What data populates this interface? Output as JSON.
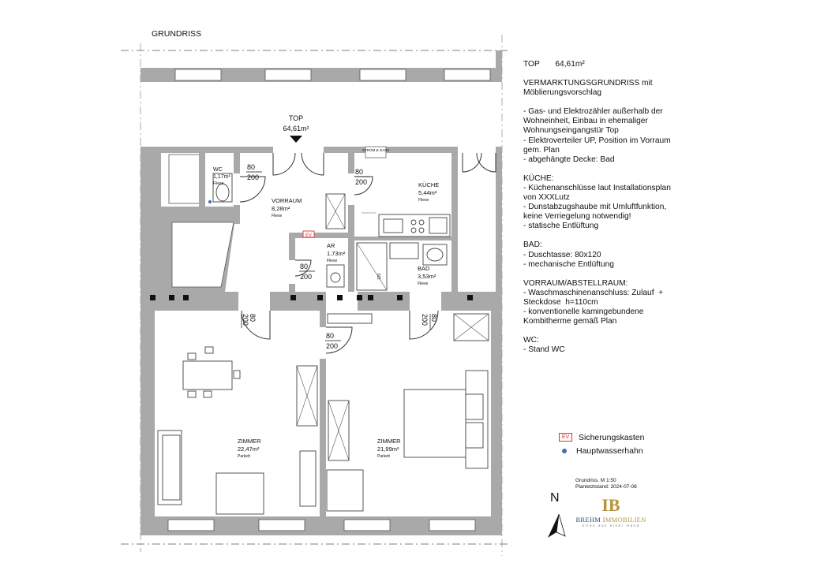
{
  "header": {
    "title": "GRUNDRISS"
  },
  "entrance": {
    "label": "TOP",
    "area": "64,61m²"
  },
  "rooms": [
    {
      "id": "wc",
      "name": "WC",
      "area": "1,17m²",
      "floor": "Fliese"
    },
    {
      "id": "vorraum",
      "name": "VORRAUM",
      "area": "8,28m²",
      "floor": "Fliese"
    },
    {
      "id": "kueche",
      "name": "KÜCHE",
      "area": "5,44m²",
      "floor": "Fliese"
    },
    {
      "id": "ar",
      "name": "AR",
      "area": "1,73m²",
      "floor": "Fliese"
    },
    {
      "id": "bad",
      "name": "BAD",
      "area": "3,53m²",
      "floor": "Fliese"
    },
    {
      "id": "zimmer1",
      "name": "ZIMMER",
      "area": "22,47m²",
      "floor": "Parkett"
    },
    {
      "id": "zimmer2",
      "name": "ZIMMER",
      "area": "21,99m²",
      "floor": "Parkett"
    }
  ],
  "doors": [
    {
      "w": "80",
      "h": "200"
    },
    {
      "w": "80",
      "h": "200"
    },
    {
      "w": "80",
      "h": "200"
    },
    {
      "w": "80",
      "h": "200"
    },
    {
      "w": "80",
      "h": "200"
    },
    {
      "w": "80",
      "h": "200"
    }
  ],
  "fixtures": {
    "strom_gas": "STROM & GASZ",
    "shower_size": "120",
    "ev": "EV"
  },
  "notes": {
    "top_line": "TOP       64,61m²",
    "title": "VERMARKTUNGSGRUNDRISS mit Möblierungsvorschlag",
    "general": "- Gas- und Elektrozähler außerhalb der Wohneinheit, Einbau in ehemaliger Wohnungseingangstür Top\n- Elektroverteiler UP, Position im Vorraum gem. Plan\n- abgehängte Decke: Bad",
    "kueche_title": "KÜCHE:",
    "kueche": "- Küchenanschlüsse laut Installationsplan von XXXLutz\n- Dunstabzugshaube mit Umluftfunktion, keine Verriegelung notwendig!\n- statische Entlüftung",
    "bad_title": "BAD:",
    "bad": "- Duschtasse: 80x120\n- mechanische Entlüftung",
    "vorraum_title": "VORRAUM/ABSTELLRAUM:",
    "vorraum": "- Waschmaschinenanschluss: Zulauf  + Steckdose  h=110cm\n- konventionelle kamingebundene Kombitherme gemäß Plan",
    "wc_title": "WC:",
    "wc": "- Stand WC"
  },
  "legend": [
    {
      "symbol": "ev-box",
      "label": "Sicherungskasten"
    },
    {
      "symbol": "blue-dot",
      "label": "Hauptwasserhahn"
    }
  ],
  "plan_info": {
    "scale": "Grundriss, M 1:50",
    "date": "Planletztstand: 2024-07-08"
  },
  "compass": {
    "label": "N"
  },
  "logo": {
    "mark": "IB",
    "name_a": "BREHM",
    "name_b": " IMMOBILIEN",
    "tagline": "Alles aus einer Hand"
  },
  "colors": {
    "wall": "#a9a9a9",
    "legend_ev": "#dd3333",
    "legend_water": "#3b6fb0",
    "logo_gold": "#b8923a",
    "logo_blue": "#344a7a"
  }
}
